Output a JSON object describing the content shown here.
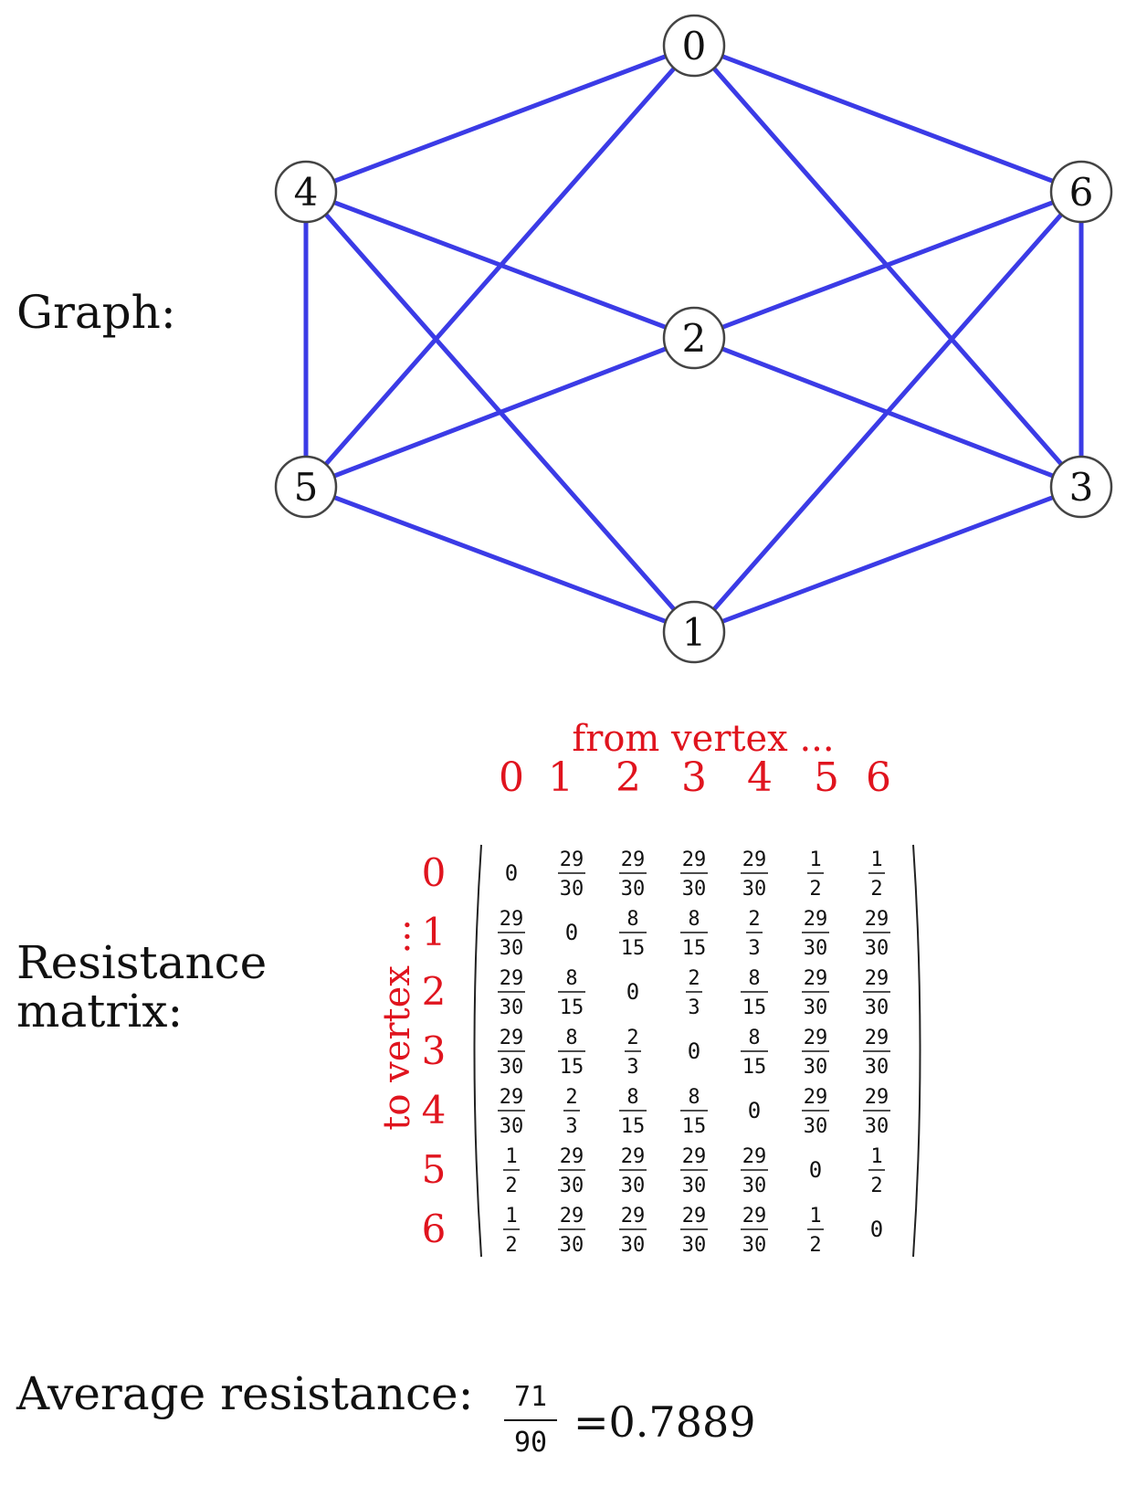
{
  "graph_label": "Graph:",
  "matrix_label_line1": "Resistance",
  "matrix_label_line2": "matrix:",
  "avg_label": "Average resistance:",
  "avg_num": "71",
  "avg_den": "90",
  "avg_eq": "=0.7889",
  "from_label": "from vertex ...",
  "to_label": "to vertex ...",
  "colors": {
    "edge": "#3b3be6",
    "axis_text": "#e0141e",
    "node_stroke": "#444444",
    "text": "#111111"
  },
  "graph": {
    "nodes": [
      "0",
      "1",
      "2",
      "3",
      "4",
      "5",
      "6"
    ],
    "edges": [
      [
        0,
        4
      ],
      [
        0,
        5
      ],
      [
        0,
        6
      ],
      [
        0,
        3
      ],
      [
        4,
        2
      ],
      [
        4,
        1
      ],
      [
        4,
        5
      ],
      [
        6,
        2
      ],
      [
        6,
        1
      ],
      [
        6,
        3
      ],
      [
        2,
        5
      ],
      [
        2,
        3
      ],
      [
        5,
        1
      ],
      [
        3,
        1
      ]
    ]
  },
  "col_headers": [
    "0",
    "1",
    "2",
    "3",
    "4",
    "5",
    "6"
  ],
  "row_headers": [
    "0",
    "1",
    "2",
    "3",
    "4",
    "5",
    "6"
  ],
  "matrix": [
    [
      "0",
      "29/30",
      "29/30",
      "29/30",
      "29/30",
      "1/2",
      "1/2"
    ],
    [
      "29/30",
      "0",
      "8/15",
      "8/15",
      "2/3",
      "29/30",
      "29/30"
    ],
    [
      "29/30",
      "8/15",
      "0",
      "2/3",
      "8/15",
      "29/30",
      "29/30"
    ],
    [
      "29/30",
      "8/15",
      "2/3",
      "0",
      "8/15",
      "29/30",
      "29/30"
    ],
    [
      "29/30",
      "2/3",
      "8/15",
      "8/15",
      "0",
      "29/30",
      "29/30"
    ],
    [
      "1/2",
      "29/30",
      "29/30",
      "29/30",
      "29/30",
      "0",
      "1/2"
    ],
    [
      "1/2",
      "29/30",
      "29/30",
      "29/30",
      "29/30",
      "1/2",
      "0"
    ]
  ]
}
